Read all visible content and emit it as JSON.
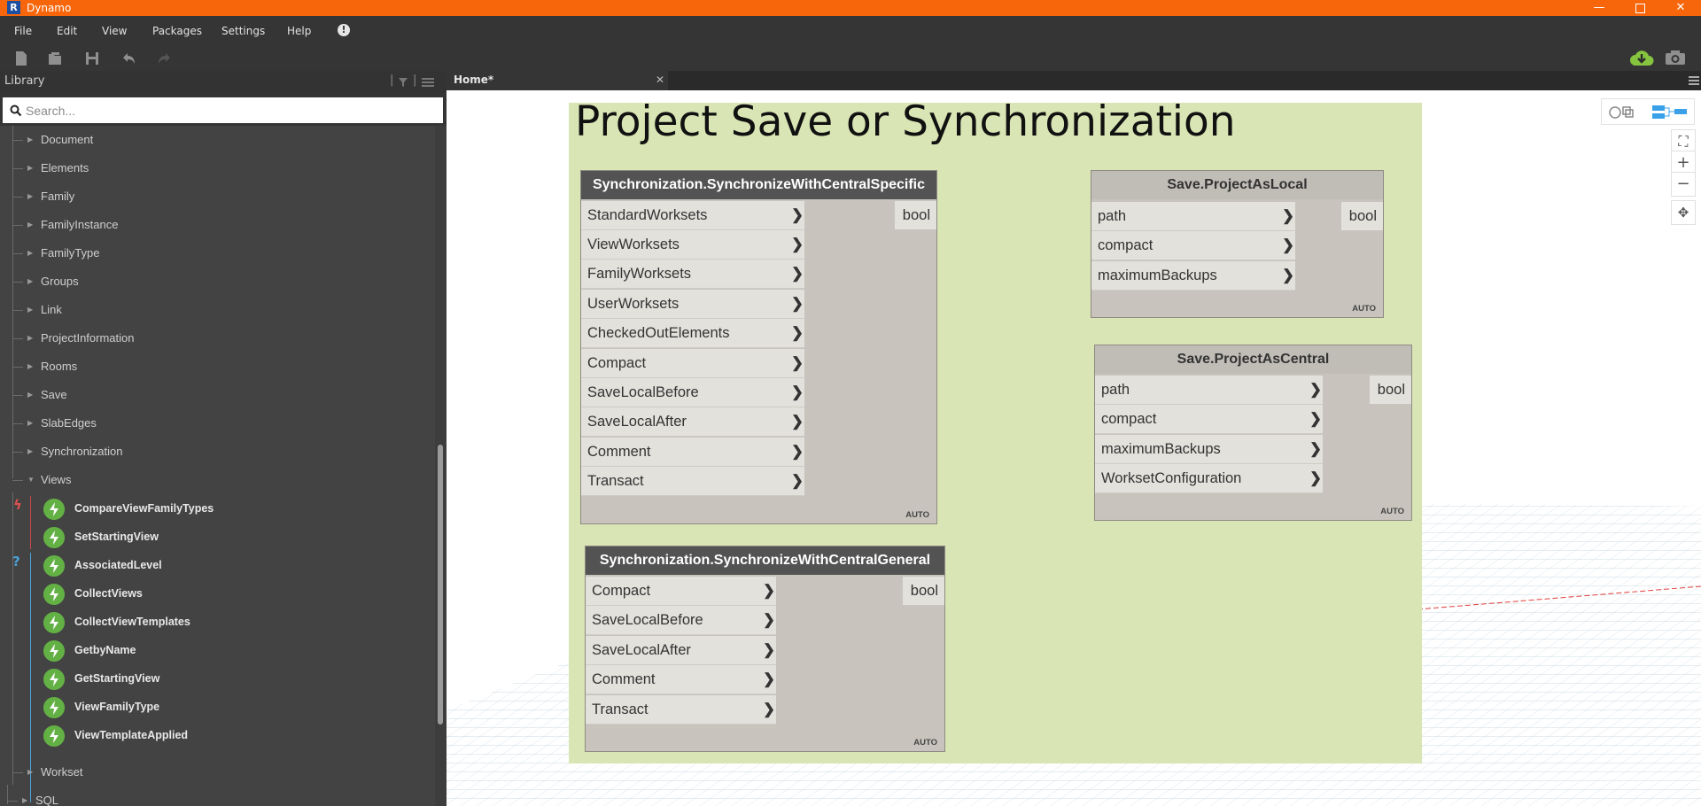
{
  "window": {
    "title": "Dynamo",
    "logo_letter": "R"
  },
  "menu": {
    "items": [
      "File",
      "Edit",
      "View",
      "Packages",
      "Settings",
      "Help"
    ],
    "alert_glyph": "!"
  },
  "library": {
    "title": "Library",
    "search_placeholder": "Search...",
    "categories_top": [
      "Document",
      "Elements",
      "Family",
      "FamilyInstance",
      "FamilyType",
      "Groups",
      "Link",
      "ProjectInformation",
      "Rooms",
      "Save",
      "SlabEdges",
      "Synchronization",
      "Views"
    ],
    "views_items": [
      "CompareViewFamilyTypes",
      "SetStartingView",
      "AssociatedLevel",
      "CollectViews",
      "CollectViewTemplates",
      "GetbyName",
      "GetStartingView",
      "ViewFamilyType",
      "ViewTemplateApplied"
    ],
    "categories_bottom": [
      "Workset",
      "SQL"
    ],
    "marker_action": "ϟ",
    "marker_query": "?"
  },
  "tabs": {
    "home_label": "Home*",
    "close_glyph": "✕"
  },
  "canvas": {
    "group_title": "Project Save or Synchronization",
    "nodes": {
      "sync_specific": {
        "title": "Synchronization.SynchronizeWithCentralSpecific",
        "inputs": [
          "StandardWorksets",
          "ViewWorksets",
          "FamilyWorksets",
          "UserWorksets",
          "CheckedOutElements",
          "Compact",
          "SaveLocalBefore",
          "SaveLocalAfter",
          "Comment",
          "Transact"
        ],
        "output": "bool",
        "lacing": "AUTO"
      },
      "sync_general": {
        "title": "Synchronization.SynchronizeWithCentralGeneral",
        "inputs": [
          "Compact",
          "SaveLocalBefore",
          "SaveLocalAfter",
          "Comment",
          "Transact"
        ],
        "output": "bool",
        "lacing": "AUTO"
      },
      "save_local": {
        "title": "Save.ProjectAsLocal",
        "inputs": [
          "path",
          "compact",
          "maximumBackups"
        ],
        "output": "bool",
        "lacing": "AUTO"
      },
      "save_central": {
        "title": "Save.ProjectAsCentral",
        "inputs": [
          "path",
          "compact",
          "maximumBackups",
          "WorksetConfiguration"
        ],
        "output": "bool",
        "lacing": "AUTO"
      }
    },
    "port_arrow": "❯"
  },
  "colors": {
    "titlebar": "#f7660a",
    "group": "#d9e5b4",
    "node_header_dark": "#535353",
    "node_header_light": "#c0bdb7",
    "node_body": "#c8c4bd",
    "icon_green": "#63b045",
    "export_green": "#86c440",
    "view_blue": "#3aa0e8"
  }
}
